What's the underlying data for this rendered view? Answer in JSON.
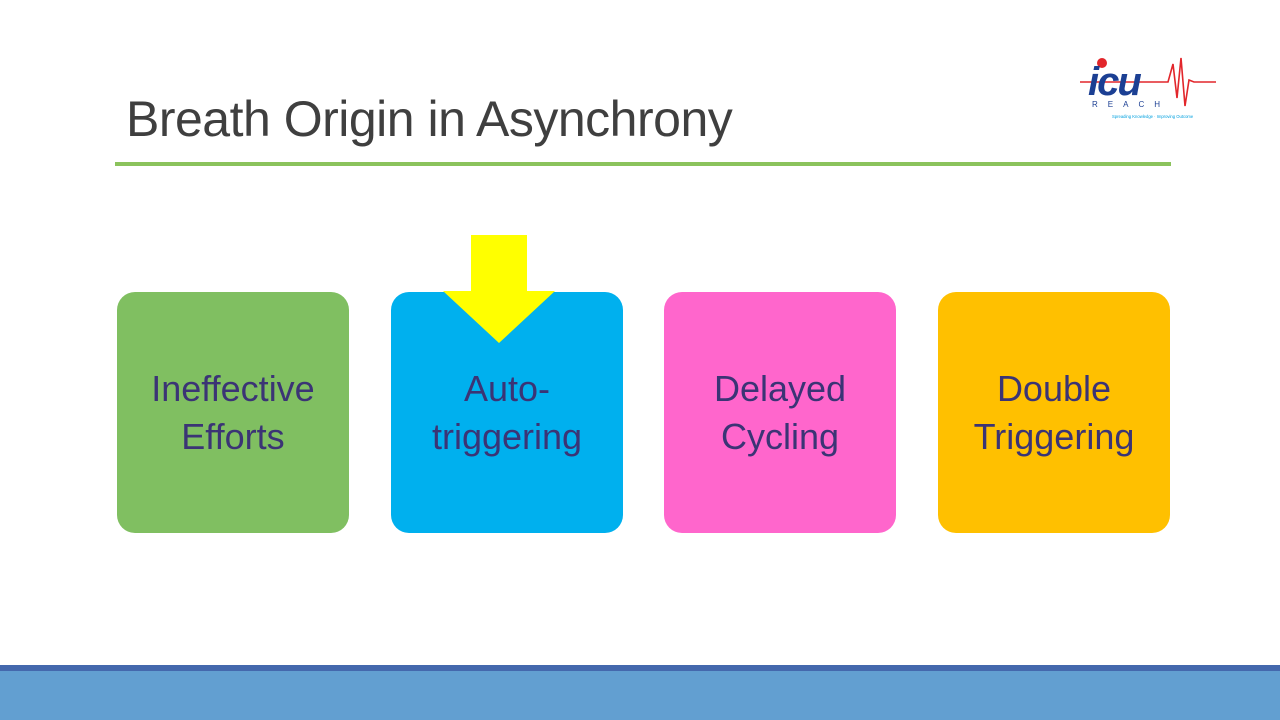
{
  "slide": {
    "title": "Breath Origin in Asynchrony"
  },
  "logo": {
    "brand": "icu",
    "sub": "REACH",
    "tagline": "Spreading Knowledge · Improving Outcome"
  },
  "boxes": [
    {
      "label": "Ineffective\nEfforts",
      "color": "#80bf61"
    },
    {
      "label": "Auto-\ntriggering",
      "color": "#00b0ee"
    },
    {
      "label": "Delayed\nCycling",
      "color": "#ff66cc"
    },
    {
      "label": "Double\nTriggering",
      "color": "#ffc000"
    }
  ],
  "highlight": {
    "arrow_color": "#ffff00",
    "target_index": 1
  },
  "colors": {
    "title_rule": "#8bc35c",
    "footer": "#629fd1",
    "footer_top": "#4468ad",
    "label_text": "#3b3475",
    "logo_red": "#e2262b",
    "logo_blue": "#1b3f93"
  }
}
